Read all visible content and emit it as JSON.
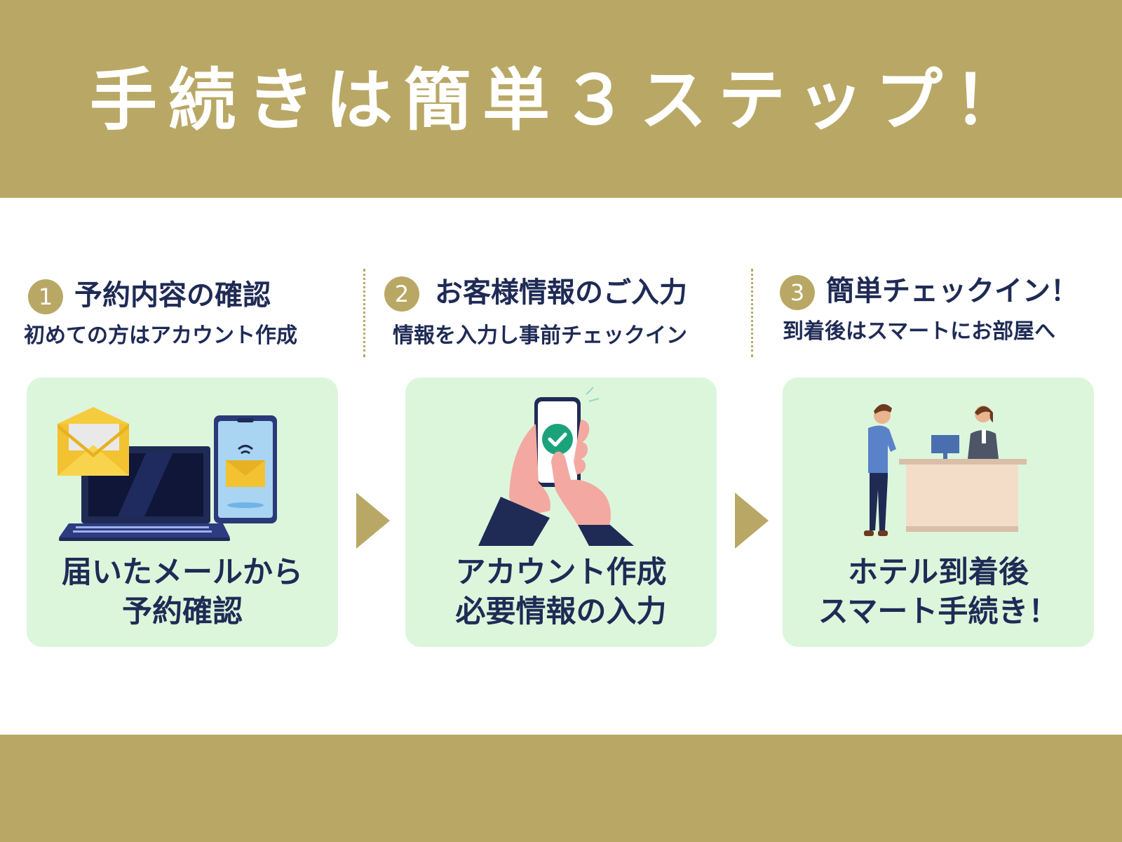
{
  "header": {
    "title": "手続きは簡単３ステップ！"
  },
  "steps": [
    {
      "number": "1",
      "title": "予約内容の確認",
      "subtitle": "初めての方はアカウント作成",
      "card_line1": "届いたメールから",
      "card_line2": "予約確認"
    },
    {
      "number": "2",
      "title": "お客様情報のご入力",
      "subtitle": "情報を入力し事前チェックイン",
      "card_line1": "アカウント作成",
      "card_line2": "必要情報の入力"
    },
    {
      "number": "3",
      "title": "簡単チェックイン！",
      "subtitle": "到着後はスマートにお部屋へ",
      "card_line1": "ホテル到着後",
      "card_line2": "スマート手続き！"
    }
  ],
  "icons": [
    "envelope-icon",
    "laptop-icon",
    "smartphone-icon",
    "check-icon",
    "hand-icon",
    "person-icon",
    "reception-desk-icon",
    "chevron-right-icon"
  ],
  "colors": {
    "band": "#b9a865",
    "card": "#dcf6dc",
    "text": "#1f2b55",
    "accent_check": "#1aa37a"
  }
}
